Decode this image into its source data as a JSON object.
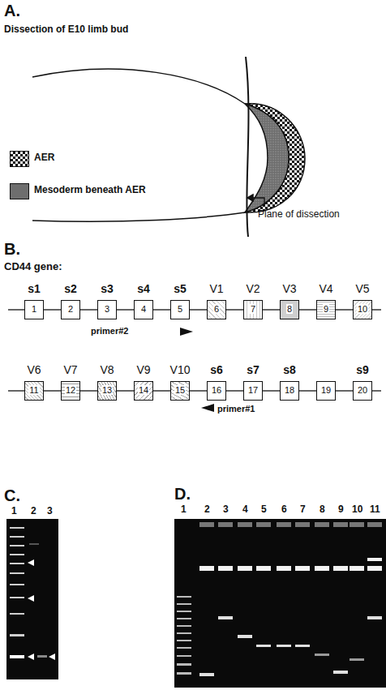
{
  "diagram": {
    "nodes": [
      {
        "text": [
          "s1",
          "1"
        ]
      },
      {
        "text": [
          "s2",
          "2"
        ]
      },
      {
        "text": [
          "s3",
          "3"
        ]
      },
      {
        "text": [
          "s4",
          "4"
        ]
      },
      {
        "text": [
          "s5",
          "5"
        ]
      },
      {
        "text": [
          "V1",
          "6"
        ]
      },
      {
        "text": [
          "V2",
          "7"
        ]
      },
      {
        "text": [
          "V3",
          "8"
        ]
      },
      {
        "text": [
          "V4",
          "9"
        ]
      },
      {
        "text": [
          "V5",
          "10"
        ]
      },
      {
        "text": [
          "V6",
          "11"
        ]
      },
      {
        "text": [
          "V7",
          "12"
        ]
      },
      {
        "text": [
          "V8",
          "13"
        ]
      },
      {
        "text": [
          "V9",
          "14"
        ]
      },
      {
        "text": [
          "V10",
          "15"
        ]
      },
      {
        "text": [
          "s6",
          "16"
        ]
      },
      {
        "text": [
          "s7",
          "17"
        ]
      },
      {
        "text": [
          "s8",
          "18"
        ]
      },
      {
        "text": [
          "19"
        ]
      },
      {
        "text": [
          "s9",
          "20"
        ]
      }
    ],
    "edges": [
      {
        "from": 0,
        "to": 1,
        "arrow": "none"
      },
      {
        "from": 1,
        "to": 2,
        "arrow": "none"
      },
      {
        "from": 2,
        "to": 3,
        "arrow": "none"
      },
      {
        "from": 3,
        "to": 4,
        "arrow": "none"
      },
      {
        "from": 4,
        "to": 5,
        "arrow": "none"
      },
      {
        "from": 5,
        "to": 6,
        "arrow": "none"
      },
      {
        "from": 6,
        "to": 7,
        "arrow": "none"
      },
      {
        "from": 7,
        "to": 8,
        "arrow": "none"
      },
      {
        "from": 8,
        "to": 9,
        "arrow": "none"
      },
      {
        "from": 10,
        "to": 11,
        "arrow": "none"
      },
      {
        "from": 11,
        "to": 12,
        "arrow": "none"
      },
      {
        "from": 12,
        "to": 13,
        "arrow": "none"
      },
      {
        "from": 13,
        "to": 14,
        "arrow": "none"
      },
      {
        "from": 14,
        "to": 15,
        "arrow": "none"
      },
      {
        "from": 15,
        "to": 16,
        "arrow": "none"
      },
      {
        "from": 16,
        "to": 17,
        "arrow": "none"
      },
      {
        "from": 17,
        "to": 18,
        "arrow": "none"
      },
      {
        "from": 18,
        "to": 19,
        "arrow": "none"
      }
    ],
    "labels": [
      "A.",
      "Dissection of E10 limb bud",
      "Plane of dissection",
      "B.",
      "CD44 gene:",
      "primer#2",
      "primer#1",
      "C.",
      "1",
      "2",
      "3",
      "D.",
      "1",
      "2",
      "3",
      "4",
      "5",
      "6",
      "7",
      "8",
      "9",
      "10",
      "11"
    ],
    "legend": [
      {
        "text": "AER"
      },
      {
        "text": "Mesoderm beneath AER",
        "color": "#6e6e6e"
      }
    ]
  }
}
